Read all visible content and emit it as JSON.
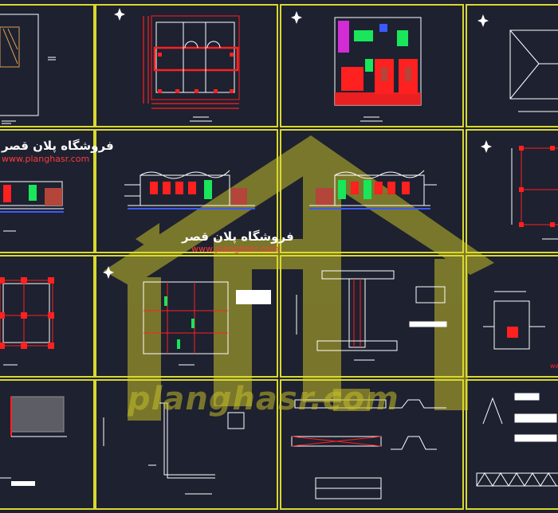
{
  "colors": {
    "background": "#1e2130",
    "frame": "#d9d92e",
    "line": "#ffffff",
    "wall": "#ff2020",
    "accent_green": "#19e65a",
    "accent_blue": "#3a5bff",
    "accent_magenta": "#ff30ff",
    "brick": "#b3453a",
    "watermark": "#c4be28"
  },
  "captions": {
    "store_name_1": "فروشگاه پلان قصر",
    "url_1": "www.planghasr.com",
    "store_name_2": "فروشگاه پلان قصر",
    "url_2": "www.planghasr.com"
  },
  "watermark": {
    "text": "planghasr.com"
  }
}
